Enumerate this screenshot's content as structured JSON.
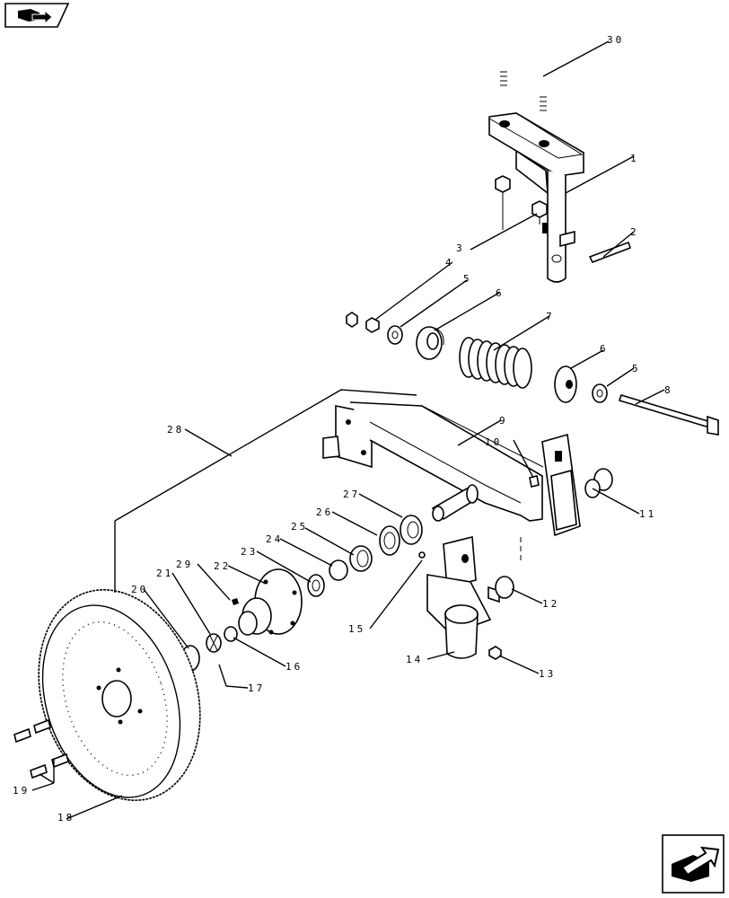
{
  "callouts": {
    "c1": "1",
    "c2": "2",
    "c3": "3",
    "c4": "4",
    "c5a": "5",
    "c5b": "5",
    "c6a": "6",
    "c6b": "6",
    "c7": "7",
    "c8": "8",
    "c9": "9",
    "c10": "10",
    "c11": "11",
    "c12": "12",
    "c13": "13",
    "c14": "14",
    "c15": "15",
    "c16": "16",
    "c17": "17",
    "c18": "18",
    "c19": "19",
    "c20": "20",
    "c21": "21",
    "c22": "22",
    "c23": "23",
    "c24": "24",
    "c25": "25",
    "c26": "26",
    "c27": "27",
    "c28": "28",
    "c29": "29",
    "c30": "30"
  },
  "nav": {
    "top_icon": "book-arrow-icon",
    "bottom_icon": "next-page-arrow-icon"
  }
}
